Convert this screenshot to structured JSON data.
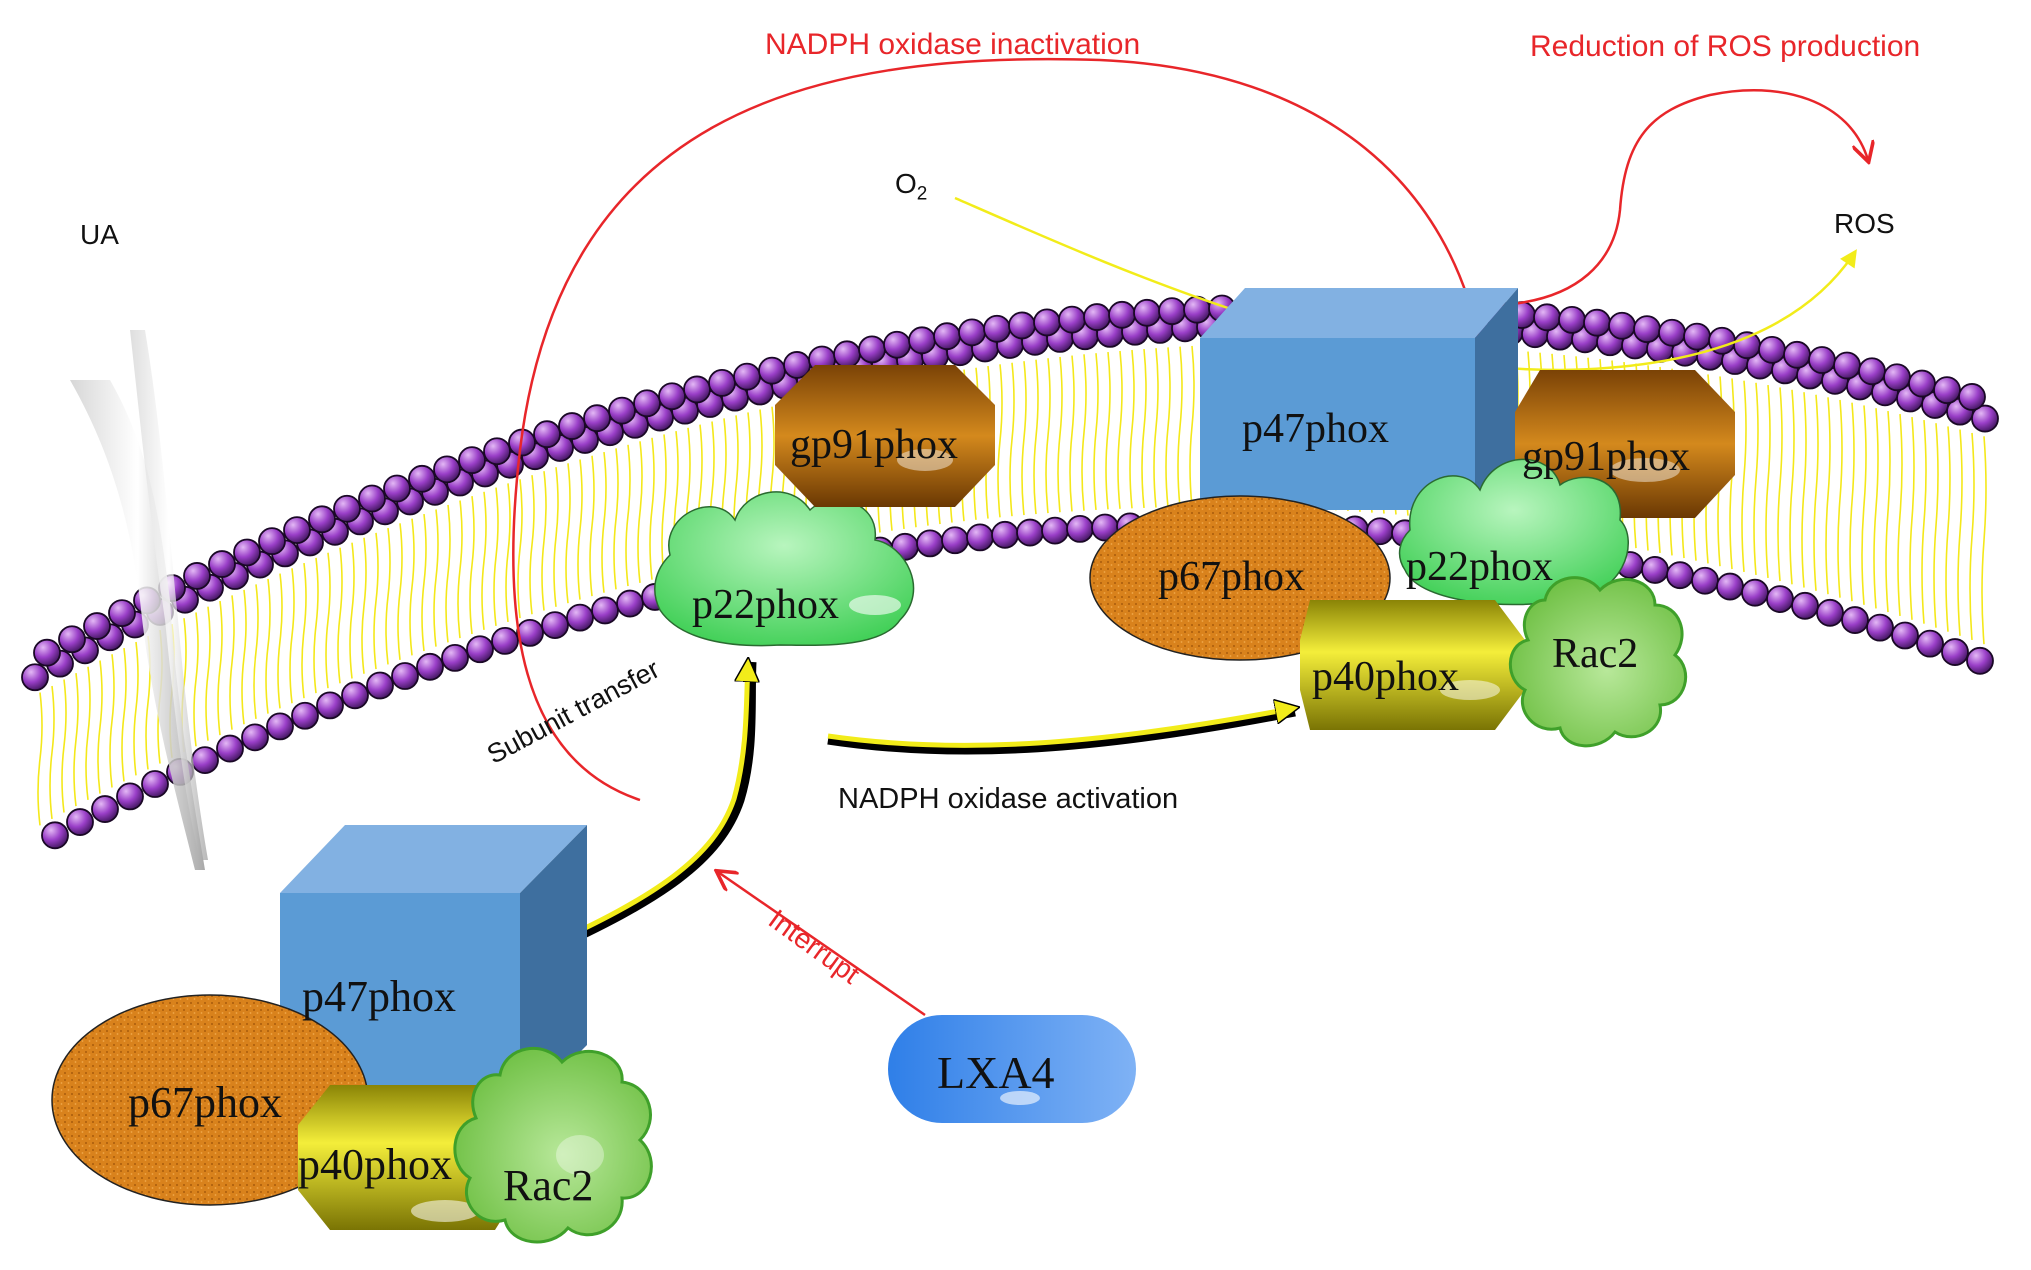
{
  "labels": {
    "ua": "UA",
    "o2_main": "O",
    "o2_sub": "2",
    "ros": "ROS",
    "nadph_inactivation": "NADPH oxidase inactivation",
    "ros_reduction": "Reduction of ROS production",
    "subunit_transfer": "Subunit transfer",
    "nadph_activation": "NADPH oxidase activation",
    "interrupt": "Interrupt"
  },
  "membrane_complex": {
    "p47": "p47phox",
    "gp91": "gp91phox",
    "p67": "p67phox",
    "p22": "p22phox",
    "p40": "p40phox",
    "rac2": "Rac2"
  },
  "membrane_left": {
    "gp91": "gp91phox",
    "p22": "p22phox"
  },
  "cytosolic_complex": {
    "p47": "p47phox",
    "p67": "p67phox",
    "p40": "p40phox",
    "rac2": "Rac2"
  },
  "lxa4": "LXA4",
  "colors": {
    "lipid_head": "#9a3fc8",
    "lipid_tail": "#f4e81a",
    "p47_box": "#5b9bd5",
    "gp91": "#a8600c",
    "p67": "#d9821c",
    "p22": "#7ee08a",
    "p40": "#d6cf14",
    "rac2": "#7ccc52",
    "lxa4": "#4a8ee8",
    "inhibition_arrows": "#e8262a",
    "activation_arrows": "#f2ec1a"
  }
}
